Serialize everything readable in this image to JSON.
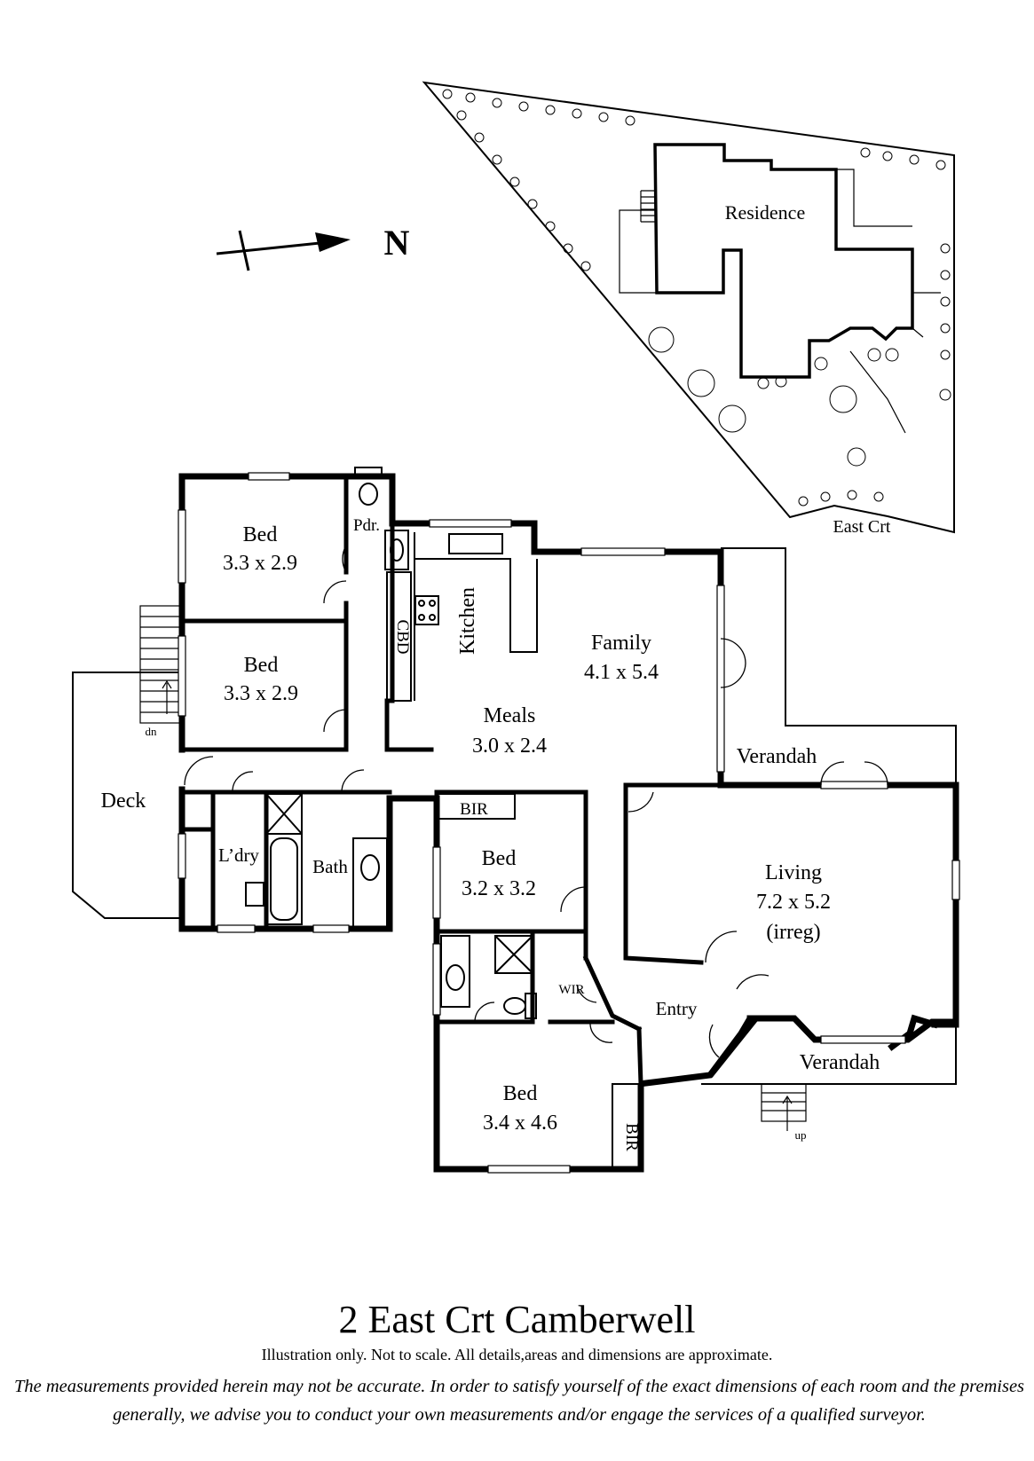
{
  "site": {
    "north_label": "N",
    "residence_label": "Residence",
    "street_label": "East Crt"
  },
  "rooms": {
    "bed1_name": "Bed",
    "bed1_size": "3.3 x 2.9",
    "bed2_name": "Bed",
    "bed2_size": "3.3 x 2.9",
    "pdr": "Pdr.",
    "cbd": "CBD",
    "kitchen": "Kitchen",
    "family_name": "Family",
    "family_size": "4.1 x 5.4",
    "meals_name": "Meals",
    "meals_size": "3.0 x 2.4",
    "deck": "Deck",
    "stairs_down": "dn",
    "verandah_top": "Verandah",
    "ldry": "L’dry",
    "bath": "Bath",
    "bir_top": "BIR",
    "bed3_name": "Bed",
    "bed3_size": "3.2 x 3.2",
    "living_name": "Living",
    "living_size": "7.2 x 5.2",
    "living_note": "(irreg)",
    "wir": "WIR",
    "entry": "Entry",
    "verandah_bottom": "Verandah",
    "bed4_name": "Bed",
    "bed4_size": "3.4 x 4.6",
    "bir_bottom": "BIR",
    "stairs_up": "up"
  },
  "footer": {
    "title": "2 East Crt Camberwell",
    "note": "Illustration only. Not to scale. All details,areas and dimensions are approximate.",
    "disclaimer": "The measurements provided herein may not be accurate. In order to satisfy yourself of the exact dimensions of each room and the premises generally, we advise you to conduct your own measurements and/or engage the services of a qualified surveyor."
  }
}
